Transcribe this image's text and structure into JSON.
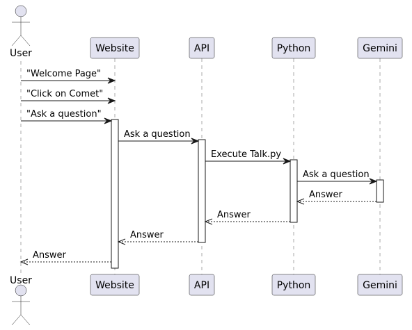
{
  "participants": [
    {
      "id": "user",
      "label": "User",
      "kind": "actor"
    },
    {
      "id": "website",
      "label": "Website",
      "kind": "box"
    },
    {
      "id": "api",
      "label": "API",
      "kind": "box"
    },
    {
      "id": "python",
      "label": "Python",
      "kind": "box"
    },
    {
      "id": "gemini",
      "label": "Gemini",
      "kind": "box"
    }
  ],
  "messages": [
    {
      "from": "user",
      "to": "website",
      "label": "\"Welcome Page\"",
      "style": "solid"
    },
    {
      "from": "user",
      "to": "website",
      "label": "\"Click on Comet\"",
      "style": "solid"
    },
    {
      "from": "user",
      "to": "website",
      "label": "\"Ask a question\"",
      "style": "solid"
    },
    {
      "from": "website",
      "to": "api",
      "label": "Ask a question",
      "style": "solid"
    },
    {
      "from": "api",
      "to": "python",
      "label": "Execute Talk.py",
      "style": "solid"
    },
    {
      "from": "python",
      "to": "gemini",
      "label": "Ask a question",
      "style": "solid"
    },
    {
      "from": "gemini",
      "to": "python",
      "label": "Answer",
      "style": "dashed"
    },
    {
      "from": "python",
      "to": "api",
      "label": "Answer",
      "style": "dashed"
    },
    {
      "from": "api",
      "to": "website",
      "label": "Answer",
      "style": "dashed"
    },
    {
      "from": "website",
      "to": "user",
      "label": "Answer",
      "style": "dashed"
    }
  ],
  "activations": [
    {
      "participant": "website",
      "from_message": 2,
      "to_message": 9
    },
    {
      "participant": "api",
      "from_message": 3,
      "to_message": 8
    },
    {
      "participant": "python",
      "from_message": 4,
      "to_message": 7
    },
    {
      "participant": "gemini",
      "from_message": 5,
      "to_message": 6
    }
  ],
  "colors": {
    "participant_fill": "#e2e2f0",
    "border": "#181818",
    "lifeline": "#a8a8a8"
  }
}
